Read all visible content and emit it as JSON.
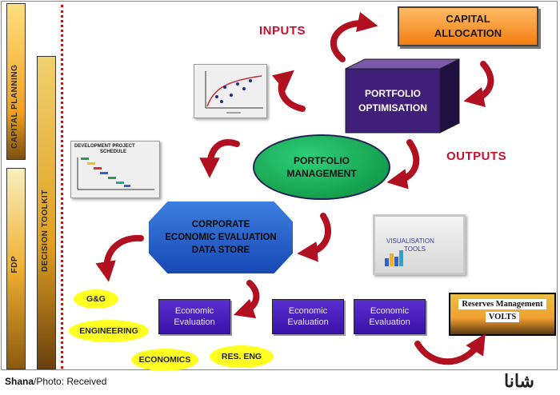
{
  "sidebar": {
    "capital_planning": "CAPITAL PLANNING",
    "decision_toolkit": "DECISION TOOLKIT",
    "fdp": "FDP"
  },
  "labels": {
    "inputs": "INPUTS",
    "outputs": "OUTPUTS"
  },
  "capital_allocation": {
    "line1": "CAPITAL",
    "line2": "ALLOCATION"
  },
  "portfolio_optimisation": {
    "line1": "PORTFOLIO",
    "line2": "OPTIMISATION"
  },
  "portfolio_management": {
    "line1": "PORTFOLIO",
    "line2": "MANAGEMENT"
  },
  "corporate_store": {
    "line1": "CORPORATE",
    "line2": "ECONOMIC EVALUATION",
    "line3": "DATA STORE"
  },
  "schedule_thumb": {
    "line1": "DEVELOPMENT PROJECT",
    "line2": "SCHEDULE"
  },
  "visualisation_thumb": {
    "line1": "VISUALISATION",
    "line2": "TOOLS"
  },
  "evaluations": [
    {
      "line1": "Economic",
      "line2": "Evaluation"
    },
    {
      "line1": "Economic",
      "line2": "Evaluation"
    },
    {
      "line1": "Economic",
      "line2": "Evaluation"
    }
  ],
  "disciplines": [
    "G&G",
    "ENGINEERING",
    "ECONOMICS",
    "RES. ENG"
  ],
  "reserves": {
    "line1": "Reserves Management",
    "line2": "VOLTS"
  },
  "footer": {
    "source": "Shana",
    "credit": "/Photo: Received"
  },
  "logo_text": "شانا",
  "colors": {
    "arrow_red": "#b01020",
    "inputs_red": "#c8102e",
    "capital_orange": "#f5a04a",
    "cube_purple": "#3f1f7a",
    "ellipse_green": "#12a850",
    "octagon_blue": "#2a62d0",
    "evaluation_purple": "#4a22c0",
    "discipline_yellow": "#ffff22",
    "sidebar_gold": "#f0b030"
  }
}
